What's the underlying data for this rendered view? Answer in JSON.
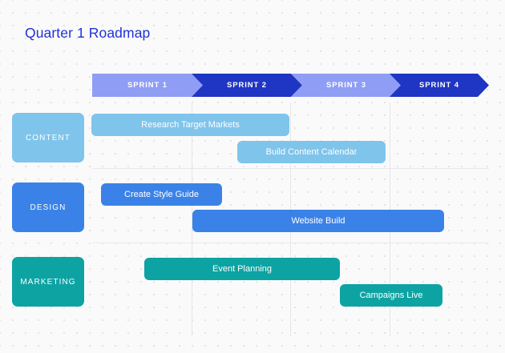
{
  "title": "Quarter 1 Roadmap",
  "colors": {
    "background": "#fafafa",
    "title": "#2031d8",
    "sprint_light": "#8f9df4",
    "sprint_dark": "#1f35c4",
    "content": "#7fc4eb",
    "design": "#3b82e8",
    "marketing": "#0da3a3",
    "gridline": "#e6e6e6"
  },
  "timeline": {
    "sprints": [
      {
        "label": "SPRINT 1",
        "tone": "light"
      },
      {
        "label": "SPRINT 2",
        "tone": "dark"
      },
      {
        "label": "SPRINT 3",
        "tone": "light"
      },
      {
        "label": "SPRINT 4",
        "tone": "dark"
      }
    ]
  },
  "swimlanes": [
    {
      "name": "CONTENT",
      "color": "#7fc4eb",
      "tasks": [
        {
          "label": "Research Target Markets",
          "start_sprint": 1,
          "end_sprint": 2
        },
        {
          "label": "Build Content Calendar",
          "start_sprint": 2,
          "end_sprint": 3
        }
      ]
    },
    {
      "name": "DESIGN",
      "color": "#3b82e8",
      "tasks": [
        {
          "label": "Create Style Guide",
          "start_sprint": 1,
          "end_sprint": 1
        },
        {
          "label": "Website Build",
          "start_sprint": 2,
          "end_sprint": 4
        }
      ]
    },
    {
      "name": "MARKETING",
      "color": "#0da3a3",
      "tasks": [
        {
          "label": "Event Planning",
          "start_sprint": 1,
          "end_sprint": 3
        },
        {
          "label": "Campaigns Live",
          "start_sprint": 3,
          "end_sprint": 4
        }
      ]
    }
  ],
  "chart_data": {
    "type": "bar",
    "title": "Quarter 1 Roadmap",
    "xlabel": "",
    "ylabel": "",
    "categories": [
      "SPRINT 1",
      "SPRINT 2",
      "SPRINT 3",
      "SPRINT 4"
    ],
    "series": [
      {
        "name": "CONTENT",
        "color": "#7fc4eb",
        "values": [
          {
            "task": "Research Target Markets",
            "start": 0.0,
            "end": 2.0
          },
          {
            "task": "Build Content Calendar",
            "start": 1.47,
            "end": 2.96
          }
        ]
      },
      {
        "name": "DESIGN",
        "color": "#3b82e8",
        "values": [
          {
            "task": "Create Style Guide",
            "start": 0.1,
            "end": 1.32
          },
          {
            "task": "Website Build",
            "start": 1.01,
            "end": 3.55
          }
        ]
      },
      {
        "name": "MARKETING",
        "color": "#0da3a3",
        "values": [
          {
            "task": "Event Planning",
            "start": 0.53,
            "end": 2.5
          },
          {
            "task": "Campaigns Live",
            "start": 2.5,
            "end": 3.53
          }
        ]
      }
    ],
    "xlim": [
      0,
      4
    ],
    "grid": true,
    "legend": "left-swimlane-chips"
  }
}
